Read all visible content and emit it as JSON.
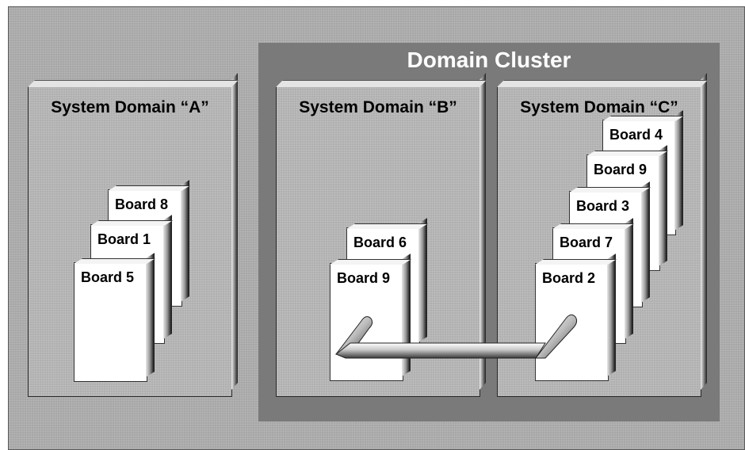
{
  "cluster": {
    "title": "Domain Cluster"
  },
  "domains": [
    {
      "title": "System Domain “A”",
      "boards": [
        "Board 8",
        "Board 1",
        "Board 5"
      ]
    },
    {
      "title": "System Domain “B”",
      "boards": [
        "Board 6",
        "Board 9"
      ]
    },
    {
      "title": "System Domain “C”",
      "boards": [
        "Board 4",
        "Board 9",
        "Board 3",
        "Board 7",
        "Board 2"
      ]
    }
  ],
  "connection": {
    "from": "Board 9",
    "to": "Board 2",
    "icon": "interconnect-bar"
  }
}
